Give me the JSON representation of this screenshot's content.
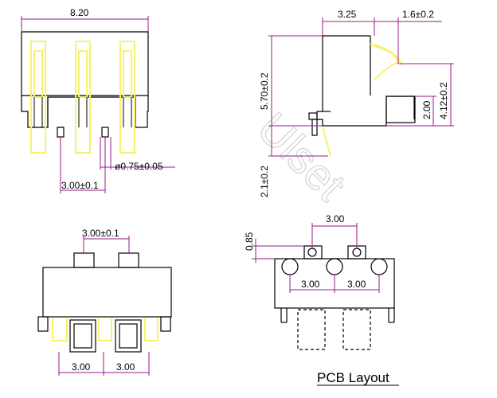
{
  "colors": {
    "outline": "#000000",
    "dimension_line": "#9a168f",
    "contact_yellow": "#f7f26b",
    "watermark": "#d2d2d2"
  },
  "dimensions": {
    "top_width": "8.20",
    "top_pitch": "3.00±0.1",
    "pin_diameter": "ø0.75±0.05",
    "side_width": "3.25",
    "side_offset": "1.6±0.2",
    "side_height": "5.70±0.2",
    "side_pin_height": "4.12±0.2",
    "side_pad_height": "2.00",
    "side_leg_height": "2.1±0.2",
    "front_pitch": "3.00±0.1",
    "front_pad_left": "3.00",
    "front_pad_right": "3.00",
    "pcb_top_pitch": "3.00",
    "pcb_offset": "0.85",
    "pcb_left": "3.00",
    "pcb_right": "3.00"
  },
  "caption": "PCB Layout",
  "watermark": "Ulset"
}
